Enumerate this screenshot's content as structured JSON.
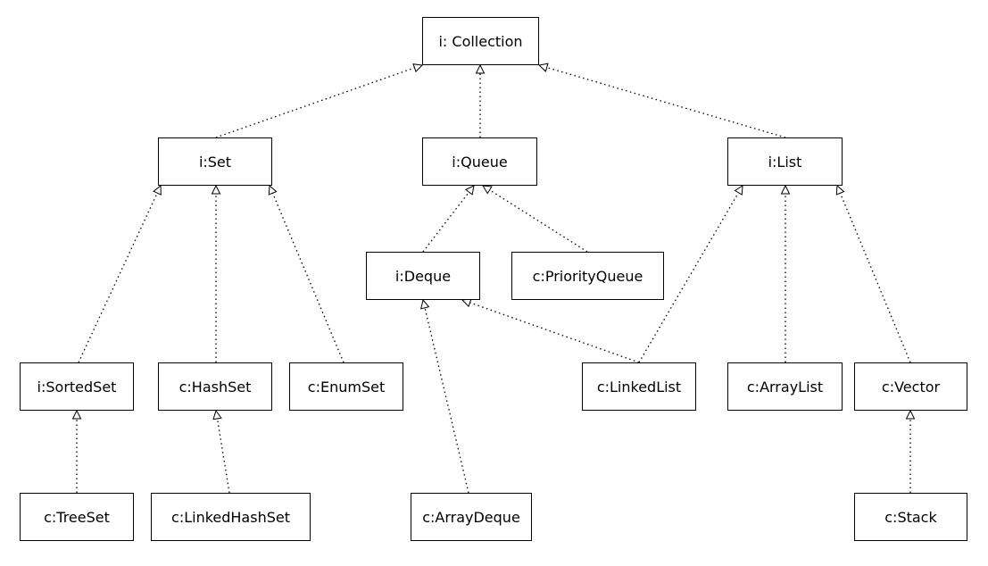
{
  "diagram": {
    "nodes": {
      "collection": "i: Collection",
      "set": "i:Set",
      "queue": "i:Queue",
      "list": "i:List",
      "deque": "i:Deque",
      "priority_queue": "c:PriorityQueue",
      "sorted_set": "i:SortedSet",
      "hash_set": "c:HashSet",
      "enum_set": "c:EnumSet",
      "linked_list": "c:LinkedList",
      "array_list": "c:ArrayList",
      "vector": "c:Vector",
      "tree_set": "c:TreeSet",
      "linked_hash_set": "c:LinkedHashSet",
      "array_deque": "c:ArrayDeque",
      "stack": "c:Stack"
    },
    "edges": [
      {
        "from": "set",
        "to": "collection"
      },
      {
        "from": "queue",
        "to": "collection"
      },
      {
        "from": "list",
        "to": "collection"
      },
      {
        "from": "sorted_set",
        "to": "set"
      },
      {
        "from": "hash_set",
        "to": "set"
      },
      {
        "from": "enum_set",
        "to": "set"
      },
      {
        "from": "deque",
        "to": "queue"
      },
      {
        "from": "priority_queue",
        "to": "queue"
      },
      {
        "from": "linked_list",
        "to": "list"
      },
      {
        "from": "array_list",
        "to": "list"
      },
      {
        "from": "vector",
        "to": "list"
      },
      {
        "from": "linked_list",
        "to": "deque"
      },
      {
        "from": "array_deque",
        "to": "deque"
      },
      {
        "from": "tree_set",
        "to": "sorted_set"
      },
      {
        "from": "linked_hash_set",
        "to": "hash_set"
      },
      {
        "from": "stack",
        "to": "vector"
      }
    ]
  }
}
